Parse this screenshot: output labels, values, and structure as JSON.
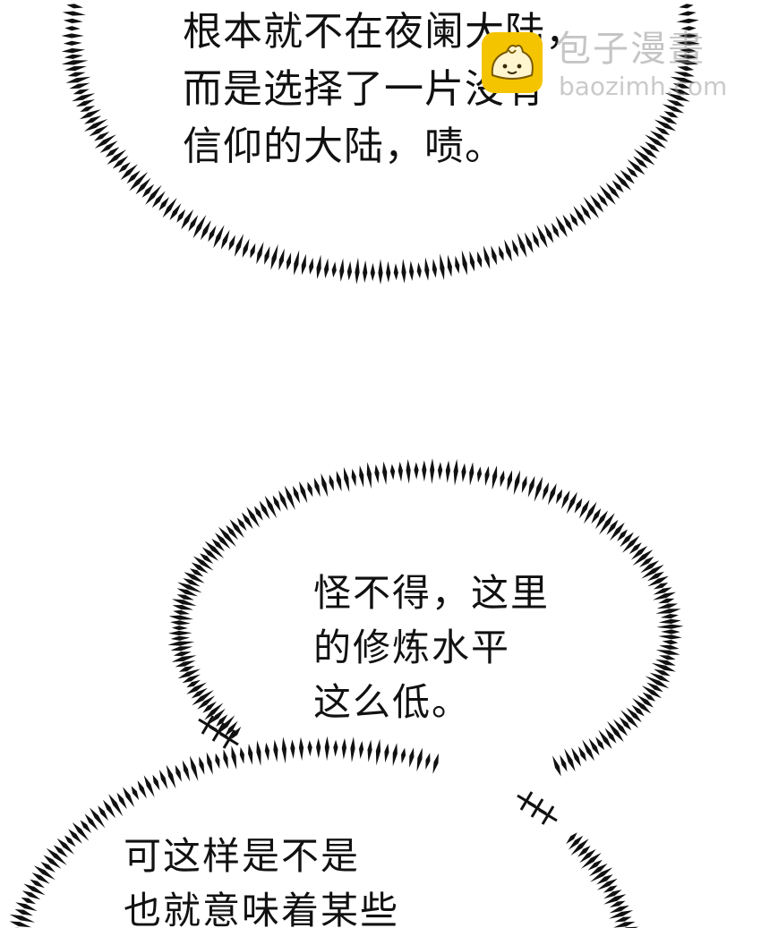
{
  "page": {
    "background": "#ffffff",
    "ink_color": "#111111"
  },
  "bubbles": [
    {
      "style": "spiky-burst",
      "lines": [
        "根本就不在夜阑大陆，",
        "而是选择了一片没有",
        "信仰的大陆，啧。"
      ]
    },
    {
      "style": "spiky-burst",
      "lines": [
        "怪不得，这里",
        "的修炼水平",
        "这么低。"
      ]
    },
    {
      "style": "spiky-burst",
      "lines": [
        "可这样是不是",
        "也就意味着某些"
      ]
    }
  ],
  "watermark": {
    "brand": "包子漫畫",
    "url": "baozimh.com",
    "logo_icon": "bun-mascot-icon",
    "logo_color": "#f5c400"
  }
}
